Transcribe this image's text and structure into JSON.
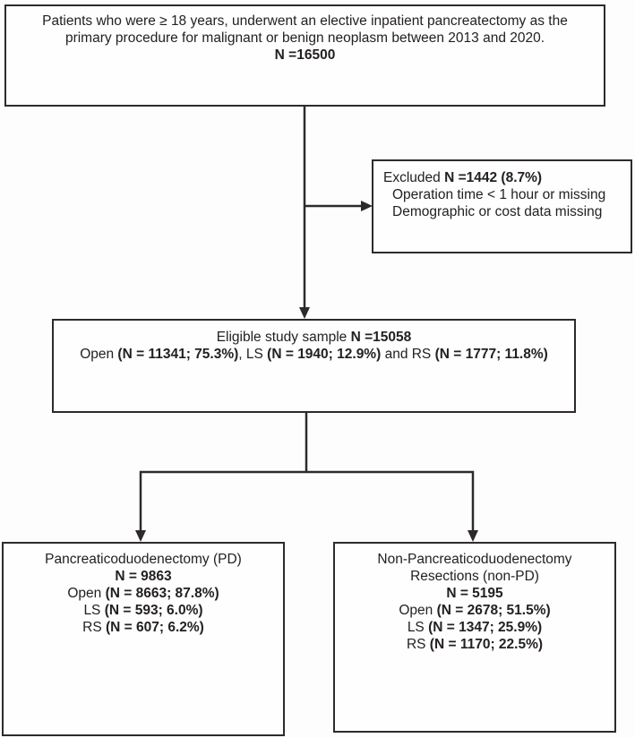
{
  "colors": {
    "line": "#2e2a2b",
    "text": "#242021",
    "background": "#fdfdfd"
  },
  "boxes": {
    "population": {
      "line1": "Patients who were ≥ 18 years, underwent an elective inpatient pancreatectomy as the",
      "line2": "primary procedure for malignant or benign neoplasm between 2013 and 2020.",
      "n": "N =16500"
    },
    "excluded": {
      "label": "Excluded ",
      "n": "N =1442 (8.7%)",
      "reason1": "Operation time < 1 hour or missing",
      "reason2": "Demographic or cost data missing"
    },
    "eligible": {
      "label": "Eligible study sample ",
      "n": "N =15058",
      "open_label": "Open ",
      "open_n": "(N = 11341; 75.3%)",
      "ls_label": ", LS ",
      "ls_n": "(N = 1940; 12.9%)",
      "rs_label": " and RS ",
      "rs_n": "(N = 1777; 11.8%)"
    },
    "pd": {
      "title": "Pancreaticoduodenectomy (PD)",
      "n": "N = 9863",
      "open_label": "Open ",
      "open_n": "(N = 8663; 87.8%)",
      "ls_label": "LS ",
      "ls_n": "(N = 593; 6.0%)",
      "rs_label": "RS ",
      "rs_n": "(N = 607; 6.2%)"
    },
    "non_pd": {
      "title_line1": "Non-Pancreaticoduodenectomy",
      "title_line2": "Resections (non-PD)",
      "n": "N = 5195",
      "open_label": "Open ",
      "open_n": "(N = 2678; 51.5%)",
      "ls_label": "LS ",
      "ls_n": "(N = 1347; 25.9%)",
      "rs_label": "RS ",
      "rs_n": "(N = 1170; 22.5%)"
    }
  }
}
